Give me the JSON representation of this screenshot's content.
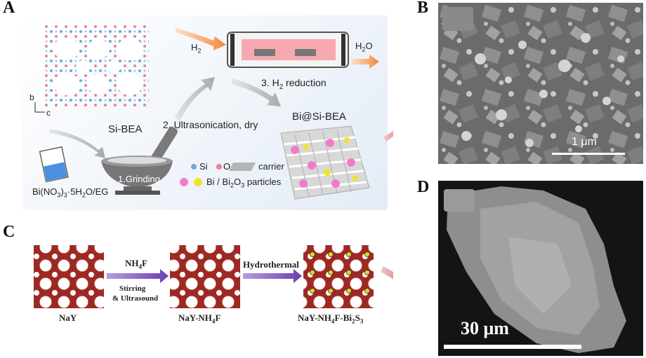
{
  "panels": {
    "a": {
      "letter": "A",
      "lattice_label": "Si-BEA",
      "axis_b": "b",
      "axis_c": "c",
      "h2_in": "H",
      "h2_in_sub": "2",
      "h2o_out": "H",
      "h2o_out_sub": "2",
      "h2o_out_tail": "O",
      "step1": "1.Grinding",
      "step2": "2. Ultrasonication, dry",
      "step3_prefix": "3. H",
      "step3_sub": "2",
      "step3_suffix": " reduction",
      "product": "Bi@Si-BEA",
      "precursor_a": "Bi(NO",
      "precursor_sub1": "3",
      "precursor_b": ")",
      "precursor_sub2": "3",
      "precursor_c": "·5H",
      "precursor_sub3": "2",
      "precursor_d": "O/EG",
      "legend_si": "Si",
      "legend_o": "O",
      "legend_carrier": "carrier",
      "legend_bi_a": "Bi / Bi",
      "legend_bi_sub1": "2",
      "legend_bi_b": "O",
      "legend_bi_sub2": "3",
      "legend_bi_c": " particles"
    },
    "b": {
      "letter": "B",
      "scale": "1 μm"
    },
    "c": {
      "letter": "C",
      "reagent_a": "NH",
      "reagent_sub": "4",
      "reagent_b": "F",
      "cond1": "Stirring",
      "cond2": "& Ultrasound",
      "step2": "Hydrothermal",
      "s1": "NaY",
      "s2_a": "NaY-NH",
      "s2_sub": "4",
      "s2_b": "F",
      "s3_a": "NaY-NH",
      "s3_sub1": "4",
      "s3_b": "F-Bi",
      "s3_sub2": "2",
      "s3_c": "S",
      "s3_sub3": "3"
    },
    "d": {
      "letter": "D",
      "scale": "30 μm"
    }
  },
  "colors": {
    "panel_bg": "#eaf1f8",
    "si_dot": "#6fa7d8",
    "o_dot": "#e8848f",
    "bi_pink": "#f07cc8",
    "bi_yellow": "#f2e22a",
    "arrow_purple": "#7b4fb8",
    "arrow_red": "#c0272d",
    "zeolite_red": "#9c2a24"
  }
}
